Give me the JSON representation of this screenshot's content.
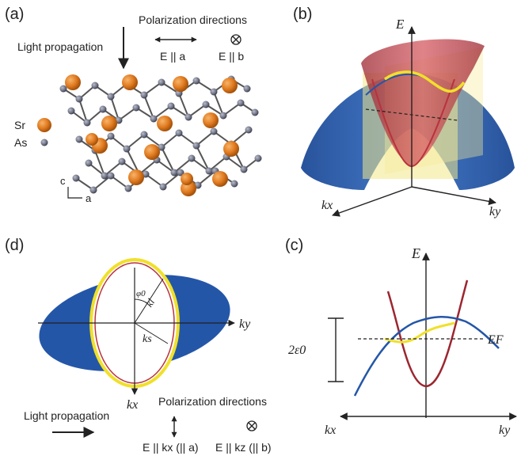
{
  "panel_a": {
    "label": "(a)",
    "light_propagation": "Light propagation",
    "polarization_title": "Polarization directions",
    "pol1": "E || a",
    "pol2": "E || b",
    "sr": "Sr",
    "as": "As",
    "axis_c": "c",
    "axis_a": "a",
    "colors": {
      "sr": "#e07a1f",
      "as": "#6b6f80"
    }
  },
  "panel_b": {
    "label": "(b)",
    "E": "E",
    "kx": "kx",
    "ky": "ky",
    "colors": {
      "red_cone": "#b8323c",
      "blue_band": "#2456a8",
      "plane": "#f2e88a",
      "fermi": "#f0e02a"
    }
  },
  "panel_d": {
    "label": "(d)",
    "phi0": "φ0",
    "kl": "kl",
    "ks": "ks",
    "ky": "ky",
    "kx": "kx",
    "light_propagation": "Light propagation",
    "polarization_title": "Polarization directions",
    "pol1": "E || kx (|| a)",
    "pol2": "E || kz (|| b)"
  },
  "panel_c": {
    "label": "(c)",
    "E": "E",
    "EF": "EF",
    "two_eps": "2ε0",
    "kx": "kx",
    "ky": "ky"
  }
}
